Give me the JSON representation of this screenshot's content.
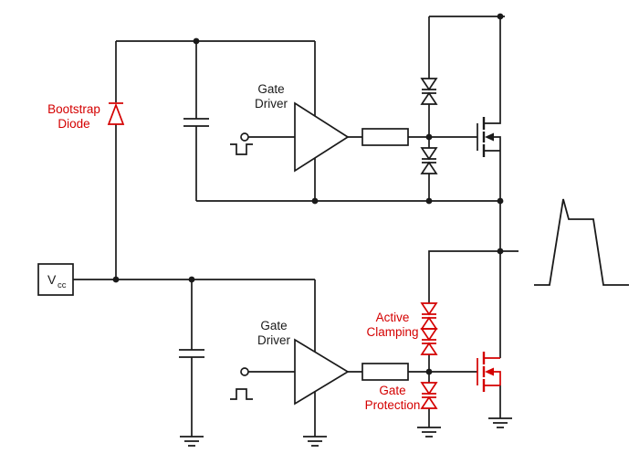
{
  "colors": {
    "wire": "#1a1a1a",
    "accent": "#d40000",
    "background": "#ffffff"
  },
  "labels": {
    "bootstrap_diode": [
      "Bootstrap",
      "Diode"
    ],
    "gate_driver_high": [
      "Gate",
      "Driver"
    ],
    "gate_driver_low": [
      "Gate",
      "Driver"
    ],
    "active_clamping": [
      "Active",
      "Clamping"
    ],
    "gate_protection": [
      "Gate",
      "Protection"
    ],
    "vcc_main": "V",
    "vcc_sub": "cc"
  }
}
